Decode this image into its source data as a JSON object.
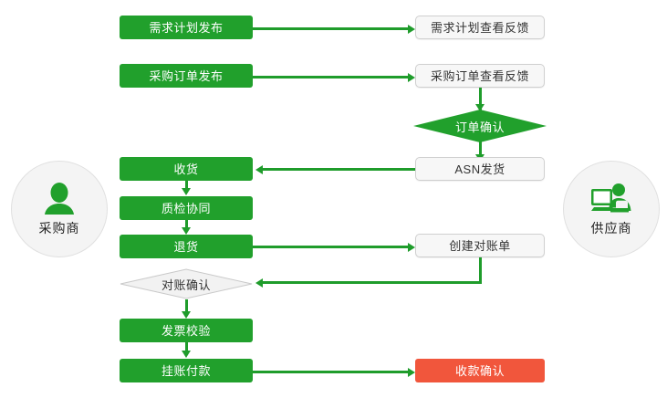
{
  "diagram": {
    "title_present": false,
    "colors": {
      "green": "#21a02c",
      "orange": "#f1563c",
      "gray_box_fill": "#f7f7f7",
      "gray_box_border": "#cfcfcf",
      "connector": "#1f9c2b",
      "circle_fill": "#f4f4f4"
    },
    "actors": {
      "left": {
        "label": "采购商",
        "icon": "user-avatar-icon"
      },
      "right": {
        "label": "供应商",
        "icon": "user-at-computer-icon"
      }
    },
    "nodes": {
      "demand_plan_publish": {
        "label": "需求计划发布",
        "shape": "rect",
        "style": "green"
      },
      "demand_plan_feedback": {
        "label": "需求计划查看反馈",
        "shape": "rect",
        "style": "gray"
      },
      "po_publish": {
        "label": "采购订单发布",
        "shape": "rect",
        "style": "green"
      },
      "po_feedback": {
        "label": "采购订单查看反馈",
        "shape": "rect",
        "style": "gray"
      },
      "order_confirm": {
        "label": "订单确认",
        "shape": "diamond",
        "style": "green"
      },
      "asn_shipment": {
        "label": "ASN发货",
        "shape": "rect",
        "style": "gray"
      },
      "receive_goods": {
        "label": "收货",
        "shape": "rect",
        "style": "green"
      },
      "quality_collab": {
        "label": "质检协同",
        "shape": "rect",
        "style": "green"
      },
      "return_goods": {
        "label": "退货",
        "shape": "rect",
        "style": "green"
      },
      "create_statement": {
        "label": "创建对账单",
        "shape": "rect",
        "style": "gray"
      },
      "statement_confirm": {
        "label": "对账确认",
        "shape": "diamond",
        "style": "gray"
      },
      "invoice_verify": {
        "label": "发票校验",
        "shape": "rect",
        "style": "green"
      },
      "accrued_payment": {
        "label": "挂账付款",
        "shape": "rect",
        "style": "green"
      },
      "receipt_confirm": {
        "label": "收款确认",
        "shape": "rect",
        "style": "orange"
      }
    },
    "edges": [
      {
        "from": "demand_plan_publish",
        "to": "demand_plan_feedback",
        "direction": "right"
      },
      {
        "from": "po_publish",
        "to": "po_feedback",
        "direction": "right"
      },
      {
        "from": "po_feedback",
        "to": "order_confirm",
        "direction": "down"
      },
      {
        "from": "order_confirm",
        "to": "asn_shipment",
        "direction": "down"
      },
      {
        "from": "asn_shipment",
        "to": "receive_goods",
        "direction": "left"
      },
      {
        "from": "receive_goods",
        "to": "quality_collab",
        "direction": "down"
      },
      {
        "from": "quality_collab",
        "to": "return_goods",
        "direction": "down"
      },
      {
        "from": "return_goods",
        "to": "create_statement",
        "direction": "right"
      },
      {
        "from": "create_statement",
        "to": "statement_confirm",
        "direction": "left"
      },
      {
        "from": "statement_confirm",
        "to": "invoice_verify",
        "direction": "down"
      },
      {
        "from": "invoice_verify",
        "to": "accrued_payment",
        "direction": "down"
      },
      {
        "from": "accrued_payment",
        "to": "receipt_confirm",
        "direction": "right"
      }
    ]
  }
}
